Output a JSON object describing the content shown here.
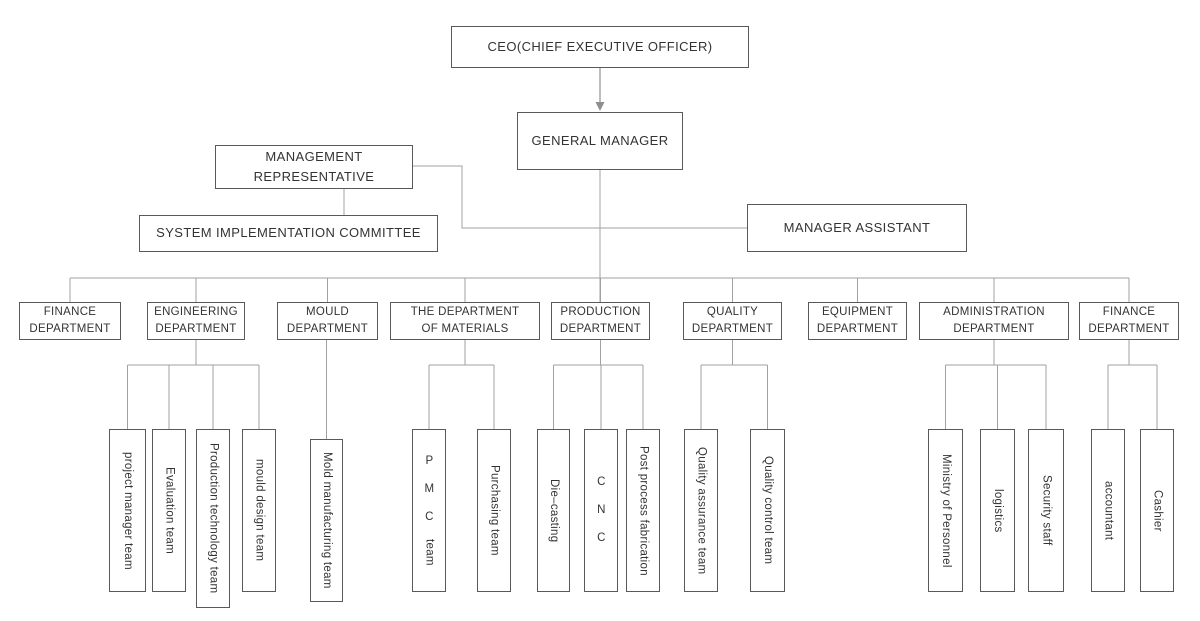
{
  "colors": {
    "background": "#ffffff",
    "box_border": "#595959",
    "text": "#333333",
    "line": "#a1a1a1",
    "arrow_line": "#bdbdbd",
    "arrow_head": "#8f8f8f"
  },
  "top_nodes": {
    "ceo": {
      "label": "CEO(CHIEF EXECUTIVE OFFICER)"
    },
    "general_manager": {
      "label": "GENERAL MANAGER"
    },
    "management_representative": {
      "lines": [
        "MANAGEMENT",
        "REPRESENTATIVE"
      ]
    },
    "system_implementation_committee": {
      "label": "SYSTEM IMPLEMENTATION COMMITTEE"
    },
    "manager_assistant": {
      "label": "MANAGER ASSISTANT"
    }
  },
  "departments": [
    {
      "id": "finance-department-left",
      "lines": [
        "FINANCE",
        "DEPARTMENT"
      ],
      "teams": []
    },
    {
      "id": "engineering-department",
      "lines": [
        "ENGINEERING",
        "DEPARTMENT"
      ],
      "teams": [
        {
          "id": "project-manager-team",
          "label": "project manager team"
        },
        {
          "id": "evaluation-team",
          "label": "Evaluation team"
        },
        {
          "id": "production-technology-team",
          "label": "Production technology team"
        },
        {
          "id": "mould-design-team",
          "label": "mould design team"
        }
      ]
    },
    {
      "id": "mould-department",
      "lines": [
        "MOULD",
        "DEPARTMENT"
      ],
      "teams": [
        {
          "id": "mold-manufacturing-team",
          "label": "Mold manufacturing team"
        }
      ]
    },
    {
      "id": "materials-department",
      "lines": [
        "THE DEPARTMENT",
        "OF MATERIALS"
      ],
      "teams": [
        {
          "id": "pmc-team",
          "segments": [
            {
              "text": "P M C ",
              "upright": true
            },
            {
              "text": "team",
              "upright": false
            }
          ]
        },
        {
          "id": "purchasing-team",
          "label": "Purchasing team"
        }
      ]
    },
    {
      "id": "production-department",
      "lines": [
        "PRODUCTION",
        "DEPARTMENT"
      ],
      "teams": [
        {
          "id": "die-casting",
          "label": "Die–casting"
        },
        {
          "id": "cnc",
          "segments": [
            {
              "text": "C N C",
              "upright": true
            }
          ]
        },
        {
          "id": "post-process-fabrication",
          "label": "Post process fabrication"
        }
      ]
    },
    {
      "id": "quality-department",
      "lines": [
        "QUALITY",
        "DEPARTMENT"
      ],
      "teams": [
        {
          "id": "quality-assurance-team",
          "label": "Quality assurance team"
        },
        {
          "id": "quality-control-team",
          "label": "Quality control team"
        }
      ]
    },
    {
      "id": "equipment-department",
      "lines": [
        "EQUIPMENT",
        "DEPARTMENT"
      ],
      "teams": []
    },
    {
      "id": "administration-department",
      "lines": [
        "ADMINISTRATION",
        "DEPARTMENT"
      ],
      "teams": [
        {
          "id": "ministry-of-personnel",
          "label": "Ministry of Personnel"
        },
        {
          "id": "logistics",
          "label": "logistics"
        },
        {
          "id": "security-staff",
          "label": "Security staff"
        }
      ]
    },
    {
      "id": "finance-department-right",
      "lines": [
        "FINANCE",
        "DEPARTMENT"
      ],
      "teams": [
        {
          "id": "accountant",
          "label": "accountant"
        },
        {
          "id": "cashier",
          "label": "Cashier"
        }
      ]
    }
  ]
}
